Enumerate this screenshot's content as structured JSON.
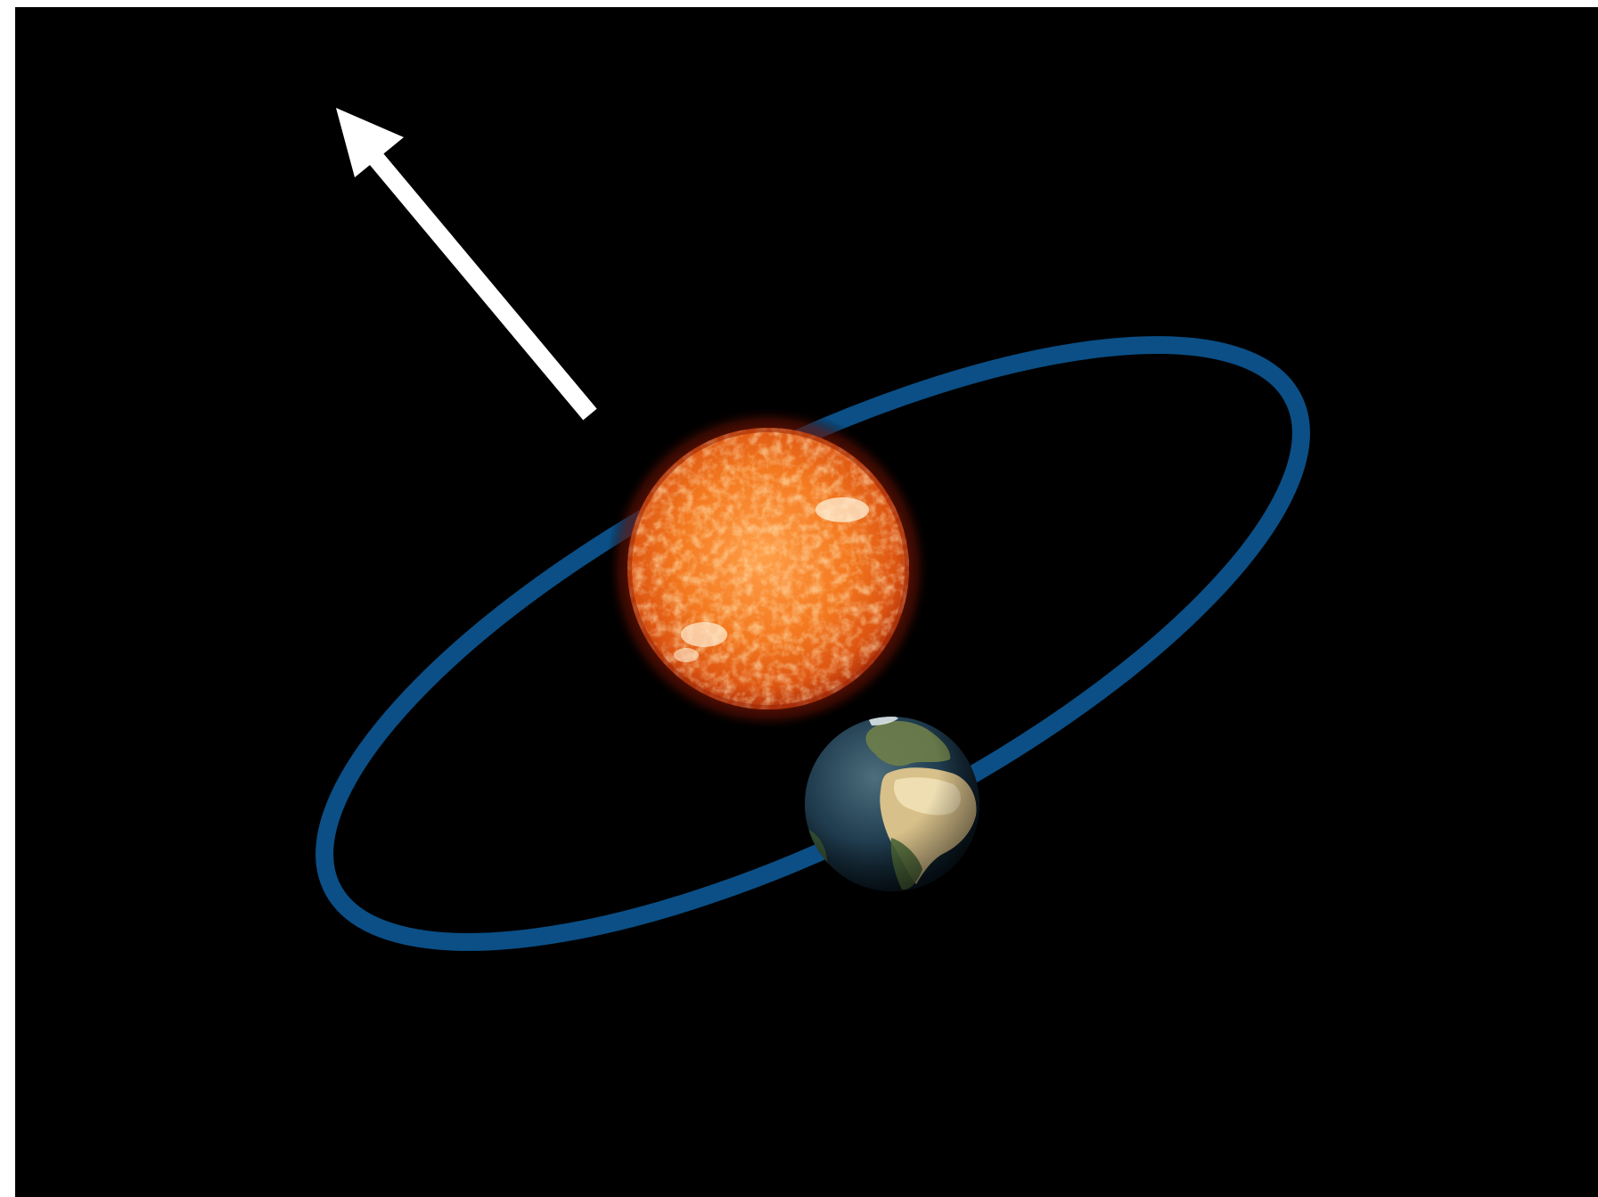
{
  "diagram": {
    "colors": {
      "background": "#000000",
      "orbit": "#0b4f86",
      "arrow": "#ffffff",
      "sun_core": "#ff8a2a",
      "sun_edge": "#b8300a",
      "earth_ocean": "#1e3a4c",
      "earth_land": "#c9b27a"
    },
    "elements": [
      "sun",
      "earth",
      "orbit-ellipse",
      "arrow"
    ]
  }
}
